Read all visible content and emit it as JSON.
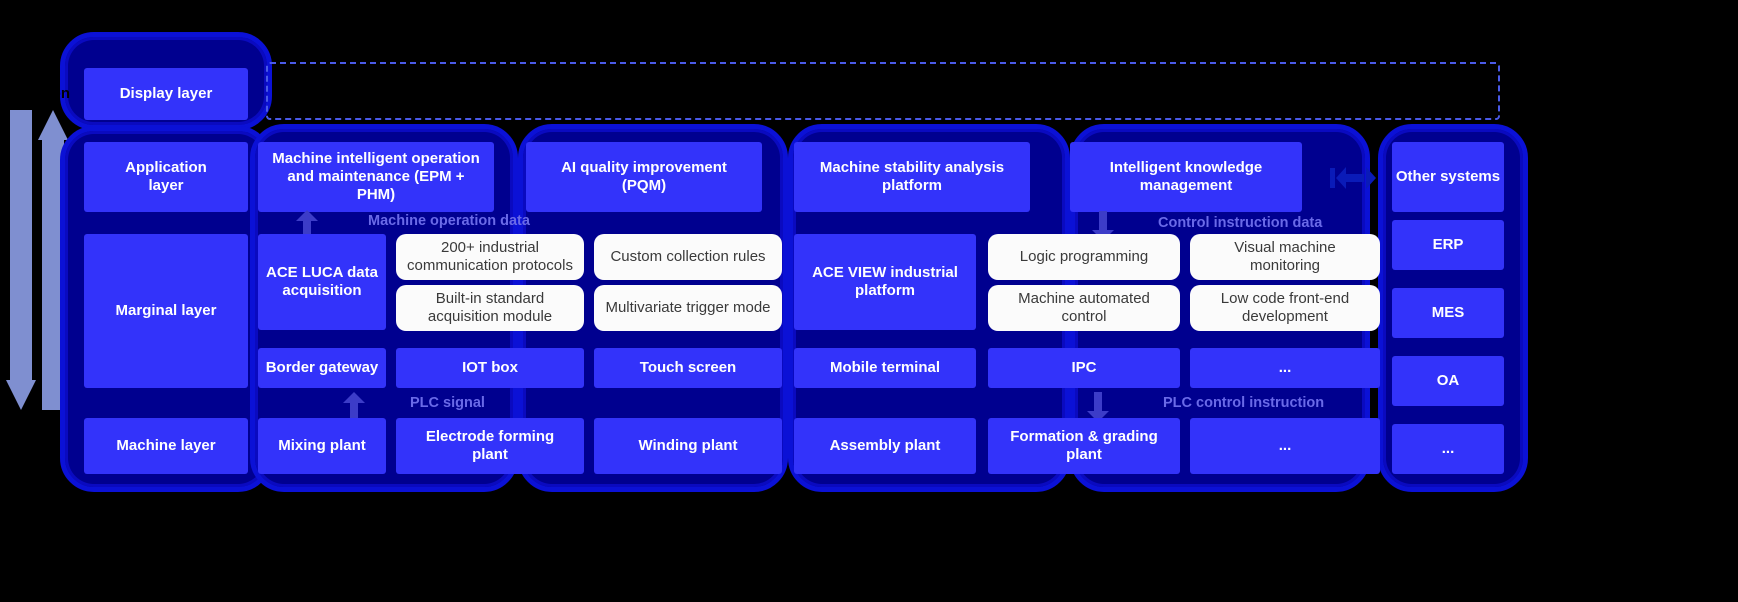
{
  "meta": {
    "edge_caption": "tion",
    "bg_color": "#000000",
    "accent_blue": "#3333fa",
    "capsule_border": "#0b11d6",
    "white_box": "#fbfbfb",
    "flow_label_color": "#6a6ae8",
    "arrow_color": "#7f8fd0"
  },
  "layers": {
    "display": "Display layer",
    "application": "Application\nlayer",
    "application_line1": "Application",
    "application_line2": "layer",
    "marginal": "Marginal layer",
    "machine": "Machine layer"
  },
  "application_row": [
    {
      "label": "Machine intelligent operation and maintenance (EPM + PHM)"
    },
    {
      "label": "AI quality improvement (PQM)"
    },
    {
      "label": "Machine stability analysis platform"
    },
    {
      "label": "Intelligent knowledge management"
    }
  ],
  "marginal_row": {
    "left_platform": "ACE LUCA data acquisition",
    "right_platform": "ACE VIEW industrial platform",
    "left_cards": [
      "200+ industrial communication protocols",
      "Custom collection rules",
      "Built-in standard acquisition module",
      "Multivariate trigger mode"
    ],
    "right_cards": [
      "Logic programming",
      "Visual machine monitoring",
      "Machine automated control",
      "Low code front-end development"
    ]
  },
  "gateway_row": [
    "Border gateway",
    "IOT box",
    "Touch screen",
    "Mobile terminal",
    "IPC",
    "..."
  ],
  "machine_row": [
    "Mixing plant",
    "Electrode forming plant",
    "Winding plant",
    "Assembly plant",
    "Formation & grading plant",
    "..."
  ],
  "right_column": [
    "Other systems",
    "ERP",
    "MES",
    "OA",
    "..."
  ],
  "flow_labels": {
    "machine_operation_data": "Machine operation data",
    "control_instruction_data": "Control instruction data",
    "plc_signal": "PLC signal",
    "plc_control_instruction": "PLC control instruction"
  }
}
